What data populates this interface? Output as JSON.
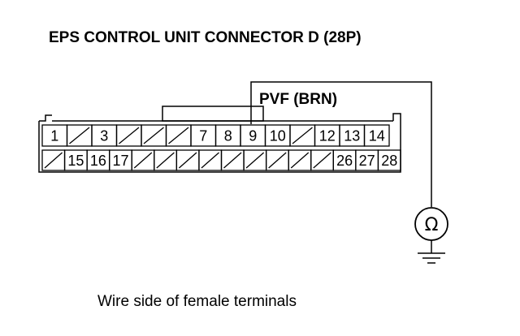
{
  "title": "EPS CONTROL UNIT CONNECTOR D (28P)",
  "wire_label": "PVF (BRN)",
  "caption": "Wire side of female terminals",
  "meter_symbol": "Ω",
  "connector": {
    "top_row": [
      "1",
      "",
      "3",
      "",
      "",
      "",
      "7",
      "8",
      "9",
      "10",
      "",
      "12",
      "13",
      "14"
    ],
    "bottom_row": [
      "",
      "15",
      "16",
      "17",
      "",
      "",
      "",
      "",
      "",
      "",
      "",
      "",
      "",
      "26",
      "27",
      "28"
    ]
  }
}
